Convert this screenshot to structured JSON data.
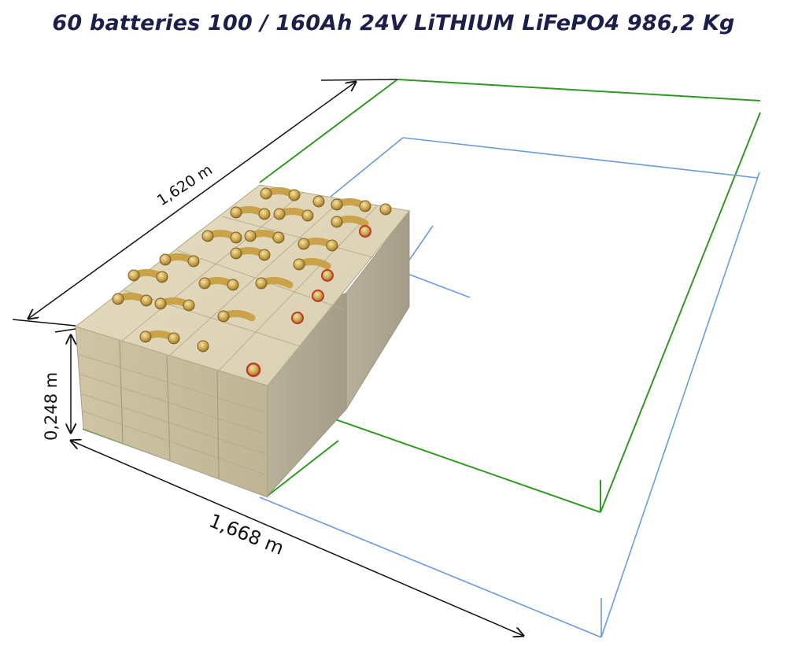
{
  "title": "60 batteries 100 / 160Ah 24V LiTHIUM LiFePO4  986,2 Kg",
  "dimensions": {
    "depth": "1,620 m",
    "height": "0,248 m",
    "width": "1,668 m"
  },
  "colors": {
    "outline_outer": "#2e9a1f",
    "outline_inner": "#6a9be0",
    "dimension_lines": "#111111",
    "battery_body": "#d8ceb0",
    "terminal": "#c9a24a",
    "terminal_ring": "#c0392b"
  },
  "battery_block": {
    "count": 60,
    "capacity_range": "100 / 160Ah",
    "voltage": "24V",
    "chemistry": "LiTHIUM LiFePO4",
    "weight": "986,2 Kg"
  }
}
